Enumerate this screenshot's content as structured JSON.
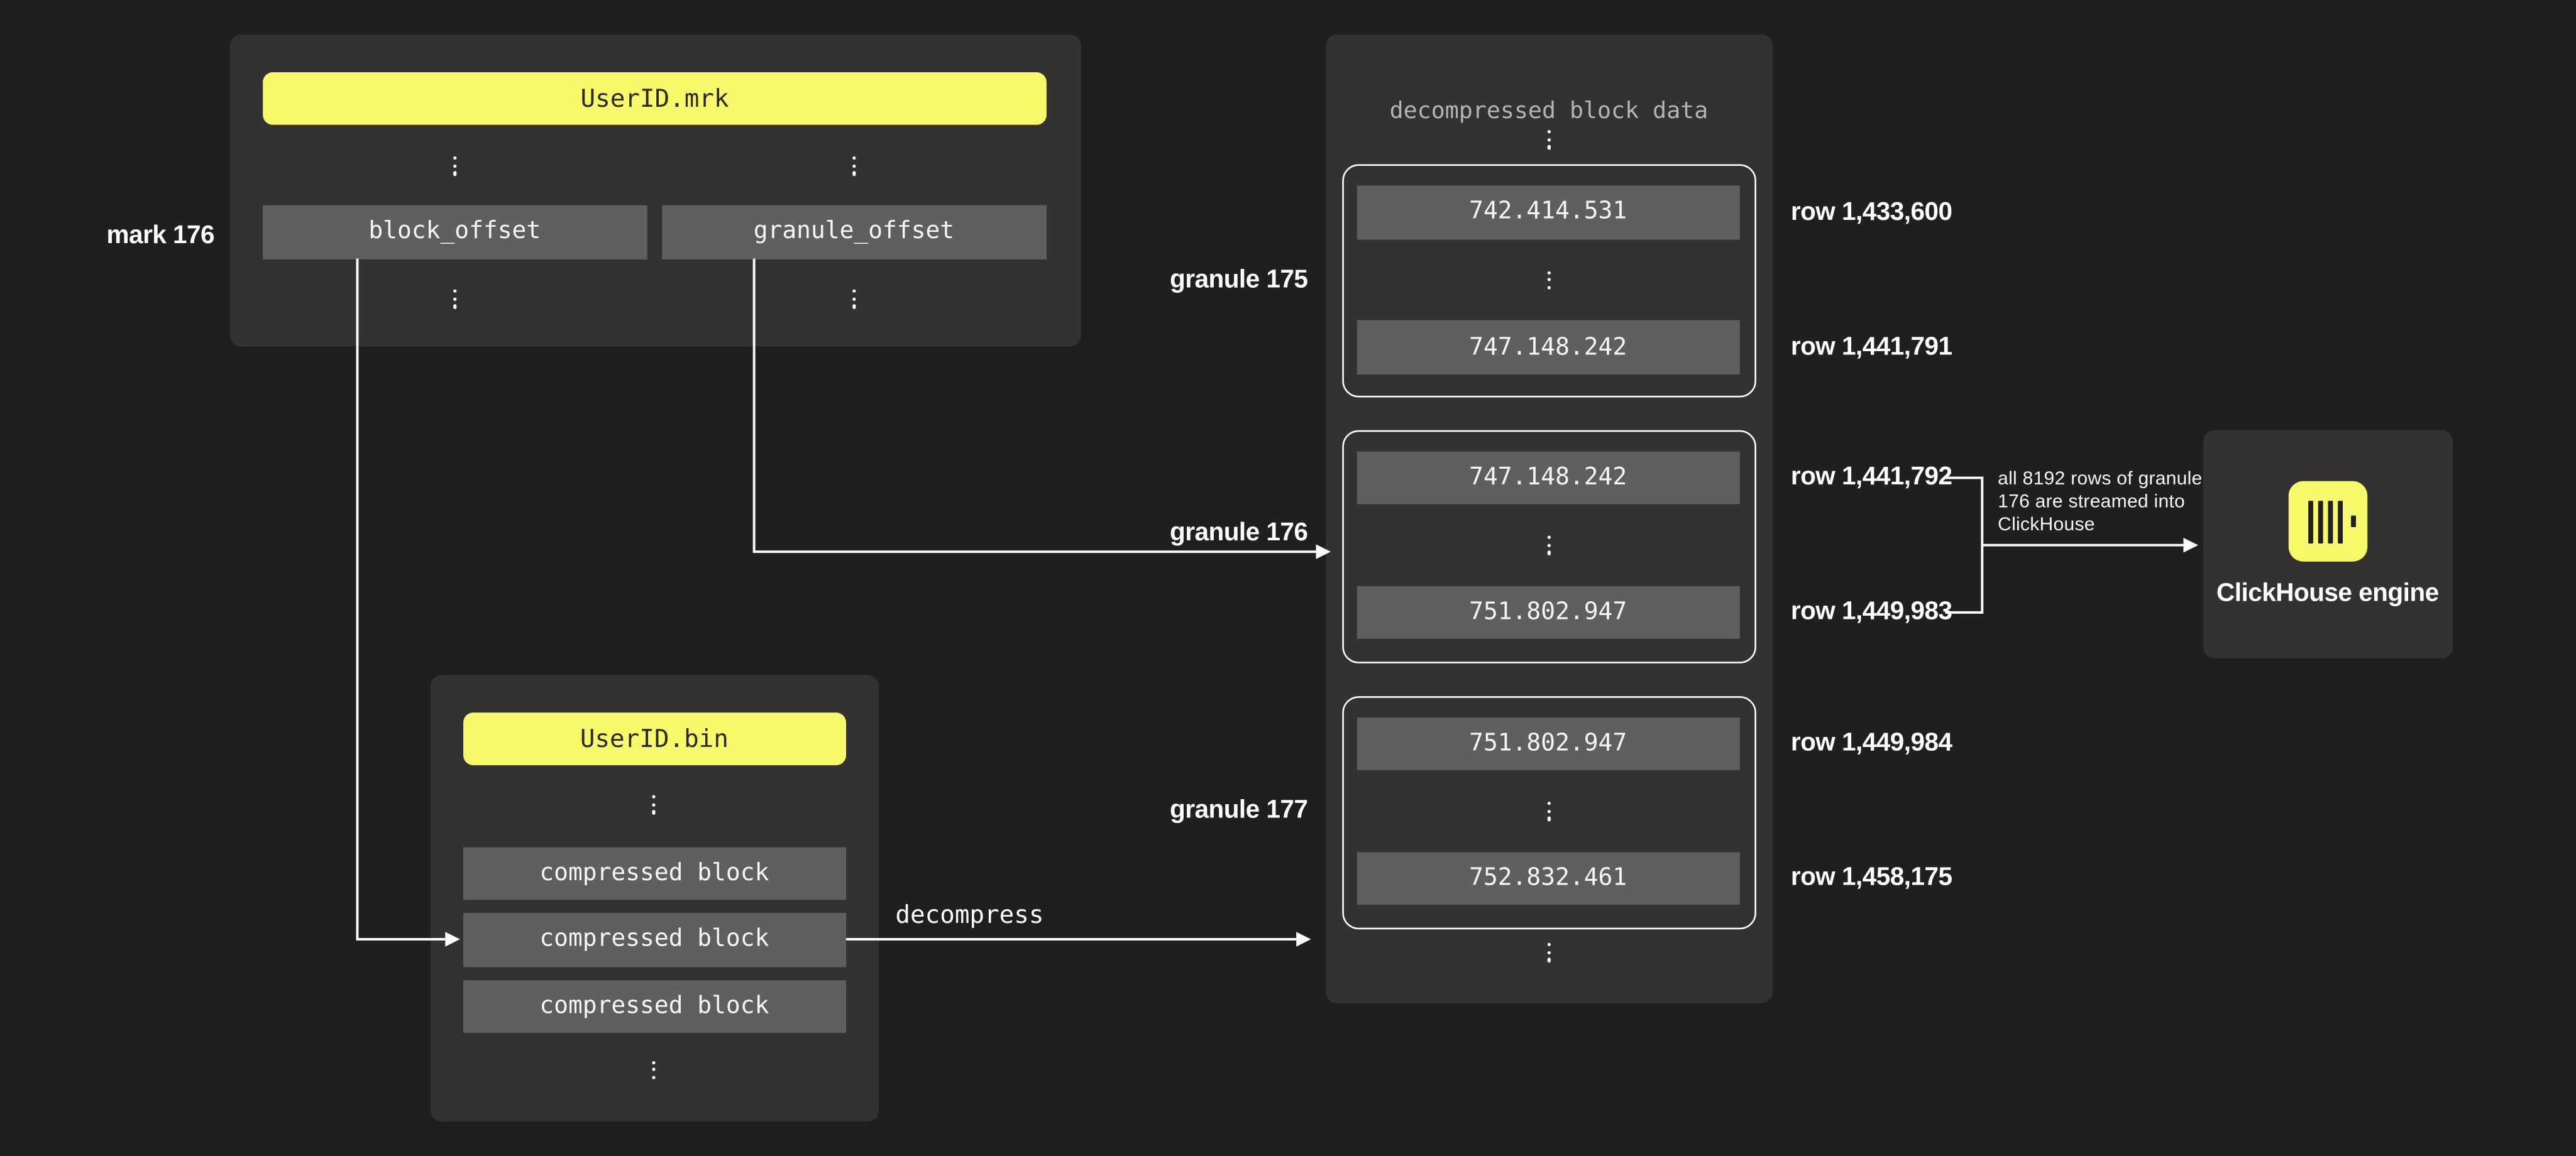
{
  "colors": {
    "background": "#201f1d",
    "panel": "#333231",
    "box_gray": "#5f5f5f",
    "accent_yellow": "#f8f96a",
    "wire_white": "#fafafa",
    "muted_title": "#b0b5bb"
  },
  "mrk_file": {
    "title": "UserID.mrk",
    "side_label": "mark 176",
    "columns": [
      "block_offset",
      "granule_offset"
    ]
  },
  "bin_file": {
    "title": "UserID.bin",
    "blocks": [
      "compressed block",
      "compressed block",
      "compressed block"
    ],
    "decompress_label": "decompress"
  },
  "decompressed": {
    "title": "decompressed block data",
    "granules": [
      {
        "label": "granule 175",
        "first_value": "742.414.531",
        "last_value": "747.148.242",
        "first_row": "row 1,433,600",
        "last_row": "row 1,441,791"
      },
      {
        "label": "granule 176",
        "first_value": "747.148.242",
        "last_value": "751.802.947",
        "first_row": "row 1,441,792",
        "last_row": "row 1,449,983"
      },
      {
        "label": "granule 177",
        "first_value": "751.802.947",
        "last_value": "752.832.461",
        "first_row": "row 1,449,984",
        "last_row": "row 1,458,175"
      }
    ]
  },
  "stream_note": {
    "lines": [
      "all 8192 rows of granule",
      "176 are streamed into",
      "ClickHouse"
    ]
  },
  "engine": {
    "label": "ClickHouse engine"
  }
}
